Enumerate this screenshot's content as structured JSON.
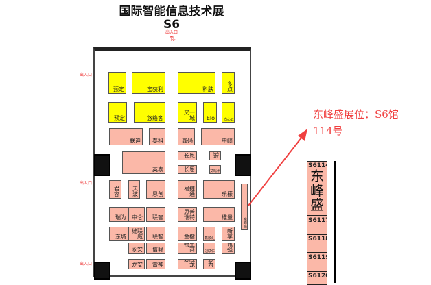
{
  "title": "国际智能信息技术展",
  "hall": "S6",
  "exit_label": "出入口",
  "note_line1": "东峰盛展位：S6馆",
  "note_line2": "114号",
  "colors": {
    "yellow": "#ffff00",
    "pink": "#fbb8a8",
    "accent": "#f04040"
  },
  "booths": [
    "预定",
    "宝获利",
    "科肤",
    "多点",
    "预定",
    "悠络客",
    "又一城",
    "Elo",
    "向心云",
    "联迪",
    "泰科",
    "鑫码",
    "中崎",
    "英泰",
    "长恩",
    "辉宏",
    "长恩",
    "艾玛讯",
    "君容",
    "天波",
    "思创",
    "易捷通",
    "乐檬",
    "瑞为",
    "中仑",
    "联智",
    "思普瑞特",
    "维量",
    "东城",
    "维联威",
    "联智",
    "金楷",
    "鑫顺汇",
    "新享",
    "永安",
    "信聪",
    "畅里商",
    "冠联仁",
    "讯强",
    "龙安",
    "雷神",
    "必胜龙",
    "慧为",
    "东峰盛"
  ],
  "detail": {
    "highlight_code": "S6114",
    "highlight_name": "东峰盛",
    "others": [
      "S6117",
      "S6118",
      "S6119",
      "S6120"
    ]
  }
}
